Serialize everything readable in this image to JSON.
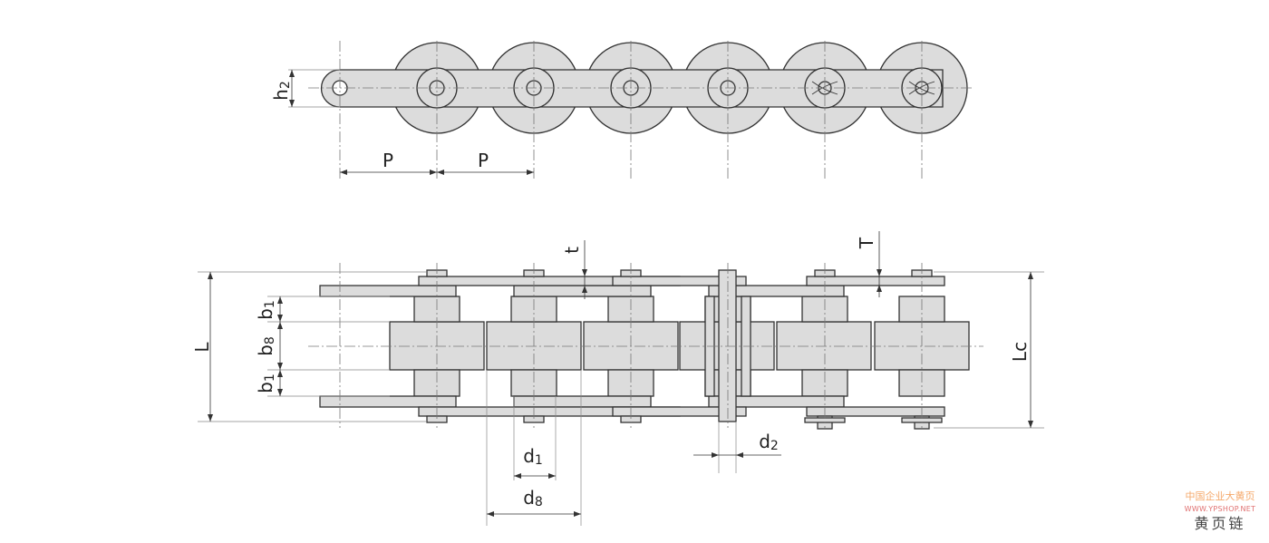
{
  "diagram": {
    "title": "Roller chain with extended pins",
    "pitch_count": 6,
    "labels": {
      "p1": {
        "main": "P",
        "sub": ""
      },
      "p2": {
        "main": "P",
        "sub": ""
      },
      "h2": {
        "main": "h",
        "sub": "2"
      },
      "L": {
        "main": "L",
        "sub": ""
      },
      "b1_top": {
        "main": "b",
        "sub": "1"
      },
      "b8": {
        "main": "b",
        "sub": "8"
      },
      "b1_bottom": {
        "main": "b",
        "sub": "1"
      },
      "Lc": {
        "main": "Lc",
        "sub": ""
      },
      "t": {
        "main": "t",
        "sub": ""
      },
      "T": {
        "main": "T",
        "sub": ""
      },
      "d1": {
        "main": "d",
        "sub": "1"
      },
      "d8": {
        "main": "d",
        "sub": "8"
      },
      "d2": {
        "main": "d",
        "sub": "2"
      }
    },
    "colors": {
      "part_fill": "#dcdcdc",
      "outline": "#333333"
    }
  },
  "watermark": {
    "line1": "中国企业大黄页",
    "line2": "WWW.YPSHOP.NET",
    "line3": "黄页链"
  }
}
